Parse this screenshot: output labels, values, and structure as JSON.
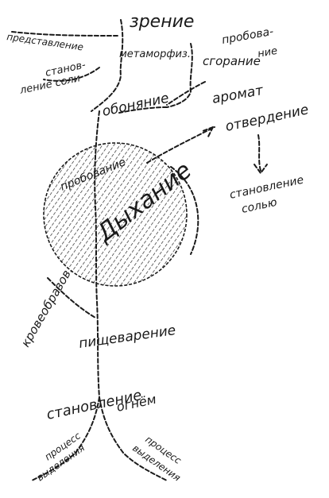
{
  "ink_color": "#1a1a1a",
  "labels": {
    "vision": "зрение",
    "representation": "представление",
    "metamorphosis": "метаморфиз.",
    "tasting_top_1": "пробова-",
    "tasting_top_2": "ние",
    "burning": "сгорание",
    "salt_becoming_left_1": "станов-",
    "salt_becoming_left_2": "ление соли",
    "smell": "обоняние",
    "aroma": "аромат",
    "hardening": "отвердение",
    "tasting": "пробование",
    "breathing": "Дыхание",
    "becoming_salt_right_1": "становление",
    "becoming_salt_right_2": "солью",
    "blood_formation": "кровеобразов.",
    "digestion": "пищеварение",
    "becoming_fire_1": "становление",
    "becoming_fire_2": "огнём",
    "excretion_left_1": "процесс",
    "excretion_left_2": "выделения",
    "excretion_right_1": "процесс",
    "excretion_right_2": "выделения"
  }
}
